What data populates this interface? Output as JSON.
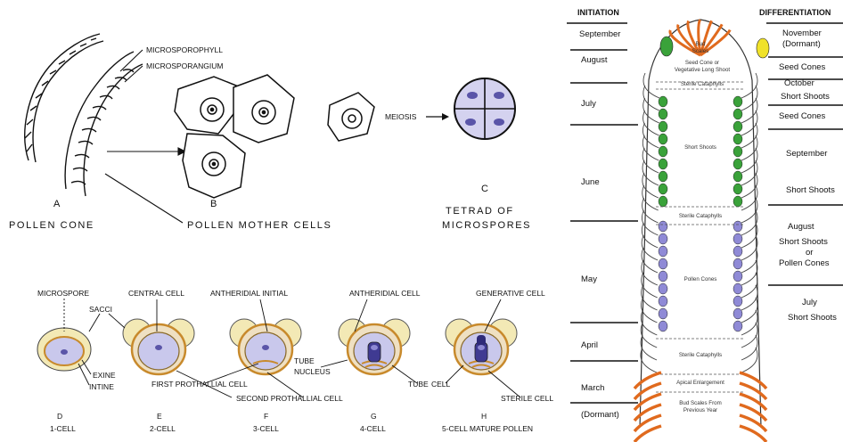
{
  "panel_a": {
    "letter": "A",
    "caption": "POLLEN CONE",
    "microsporophyll": "MICROSPOROPHYLL",
    "microsporangium": "MICROSPORANGIUM"
  },
  "panel_b": {
    "letter": "B",
    "caption": "POLLEN  MOTHER  CELLS"
  },
  "panel_c": {
    "letter": "C",
    "caption_line1": "TETRAD  OF",
    "caption_line2": "MICROSPORES",
    "meiosis": "MEIOSIS"
  },
  "stages": {
    "microspore": "MICROSPORE",
    "sacci": "SACCI",
    "exine": "EXINE",
    "intine": "INTINE",
    "central_cell": "CENTRAL CELL",
    "antheridial_initial": "ANTHERIDIAL  INITIAL",
    "first_prothallial": "FIRST  PROTHALLIAL  CELL",
    "second_prothallial": "SECOND  PROTHALLIAL  CELL",
    "antheridial_cell": "ANTHERIDIAL CELL",
    "tube": "TUBE",
    "nucleus": "NUCLEUS",
    "tube2": "TUBE",
    "generative_cell": "GENERATIVE CELL",
    "cell": "CELL",
    "sterile_cell": "STERILE CELL",
    "D": {
      "letter": "D",
      "sub": "1-CELL"
    },
    "E": {
      "letter": "E",
      "sub": "2-CELL"
    },
    "F": {
      "letter": "F",
      "sub": "3-CELL"
    },
    "G": {
      "letter": "G",
      "sub": "4-CELL"
    },
    "H": {
      "letter": "H",
      "sub": "5-CELL MATURE POLLEN"
    }
  },
  "bud": {
    "initiation": "INITIATION",
    "differentiation": "DIFFERENTIATION",
    "months_left": [
      "September",
      "August",
      "July",
      "June",
      "May",
      "April",
      "March",
      "(Dormant)"
    ],
    "right": {
      "november": "November",
      "dormant": "(Dormant)",
      "seed_cones_1": "Seed Cones",
      "october": "October",
      "short_shoots_1": "Short Shoots",
      "seed_cones_2": "Seed Cones",
      "september": "September",
      "short_shoots_2": "Short Shoots",
      "august": "August",
      "short_shoots_3": "Short Shoots",
      "or": "or",
      "pollen_cones": "Pollen Cones",
      "july": "July",
      "short_shoots_4": "Short Shoots"
    },
    "inner": {
      "bud_scales_1": "Bud",
      "bud_scales_2": "Scales",
      "seed_cone_1": "Seed Cone or",
      "seed_cone_2": "Vegetative Long Shoot",
      "sterile_1": "Sterile Cataphylls",
      "short_shoots": "Short Shoots",
      "sterile_2": "Sterile Cataphylls",
      "pollen_cones": "Pollen Cones",
      "sterile_3": "Sterile Cataphylls",
      "apical": "Apical Enlargement",
      "prev_1": "Bud Scales From",
      "prev_2": "Previous Year"
    }
  },
  "colors": {
    "cell_fill": "#c9c8ec",
    "nucleus": "#5a55a8",
    "sacci": "#f3e9b5",
    "wall": "#c88a2c",
    "green": "#3aa23a",
    "orange": "#e06a1e",
    "yellow": "#f0e22a"
  }
}
